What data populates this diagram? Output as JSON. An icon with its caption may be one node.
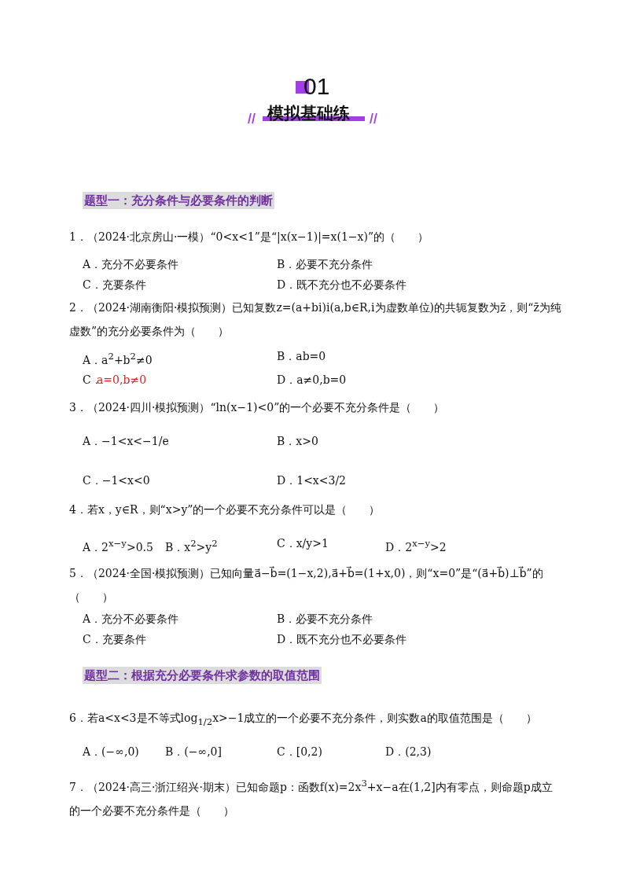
{
  "diagram": {
    "title": "模拟基础练",
    "labels": [
      "01",
      "题型一：充分条件与必要条件的判断",
      "1．（2024·北京房山·一模）“0<x<1”是“|x(x−1)|=x(1−x)”的（　　）",
      "A．充分不必要条件",
      "B．必要不充分条件",
      "C．充要条件",
      "D．既不充分也不必要条件",
      "2．（2024·湖南衡阳·模拟预测）已知复数z=(a+bi)i(a,b∈R,i为虚数单位)的共轭复数为z̄，则“z̄为纯虚数”的充分必要条件为（　　）",
      "A．a$^{2}$+b$^{2}$≠0",
      "B．ab=0",
      "C．",
      "a=0,b≠0",
      "D．a≠0,b=0",
      "3．（2024·四川·模拟预测）“ln(x−1)<0”的一个必要不充分条件是（　　）",
      "A．−1<x<−1/e",
      "B．x>0",
      "C．−1<x<0",
      "D．1<x<3/2",
      "4．若x，y∈R，则“x>y”的一个必要不充分条件可以是（　　）",
      "A．2$^{x−y}$>0.5",
      "B．x$^{2}$>y$^{2}$",
      "C．x/y>1",
      "D．2$^{x−y}$>2",
      "5．（2024·全国·模拟预测）已知向量a⃗−b⃗=(1−x,2),a⃗+b⃗=(1+x,0)，则“x=0”是“(a⃗+b⃗)⊥b⃗”的（　　）",
      "A．充分不必要条件",
      "B．必要不充分条件",
      "C．充要条件",
      "D．既不充分也不必要条件",
      "题型二：根据充分必要条件求参数的取值范围",
      "6．若a<x<3是不等式log$_{1/2}$x>−1成立的一个必要不充分条件，则实数a的取值范围是（　　）",
      "A．(−∞,0)",
      "B．(−∞,0]",
      "C．[0,2)",
      "D．(2,3)",
      "7．（2024·高三·浙江绍兴·期末）已知命题p：函数f(x)=2x$^{3}$+x−a在(1,2]内有零点，则命题p成立的一个必要不充分条件是（　　）"
    ]
  }
}
